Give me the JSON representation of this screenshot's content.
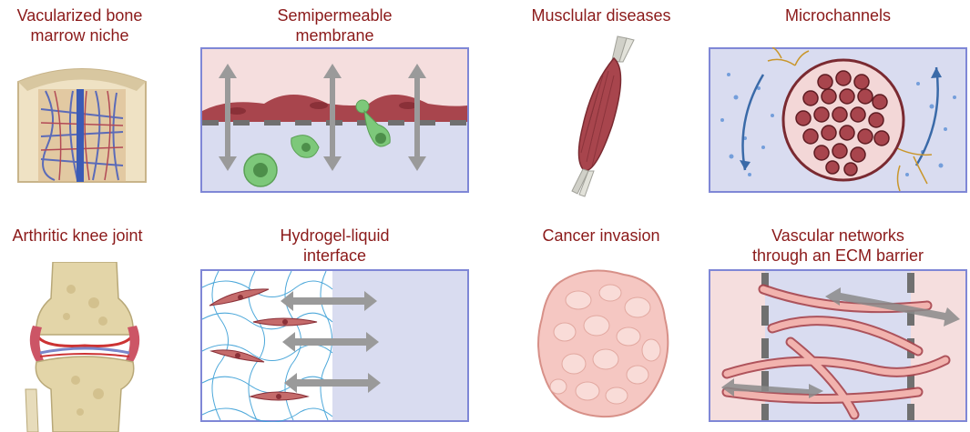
{
  "titles": {
    "bone_marrow": [
      "Vacularized bone",
      "marrow niche"
    ],
    "membrane": [
      "Semipermeable",
      "membrane"
    ],
    "muscle": [
      "Musclular diseases"
    ],
    "microchannels": [
      "Microchannels"
    ],
    "knee": [
      "Arthritic knee joint"
    ],
    "hydrogel": [
      "Hydrogel-liquid",
      "interface"
    ],
    "cancer": [
      "Cancer invasion"
    ],
    "vascular": [
      "Vascular networks",
      "through an ECM barrier"
    ]
  },
  "colors": {
    "title": "#8b1a1a",
    "panel_border": "#7f87d6",
    "panel_fill_blue": "#d9dcf0",
    "panel_fill_pink": "#f5dede",
    "tissue_red": "#a8454d",
    "green_cell": "#7dc87a",
    "arrow_gray": "#9a9a9a"
  }
}
